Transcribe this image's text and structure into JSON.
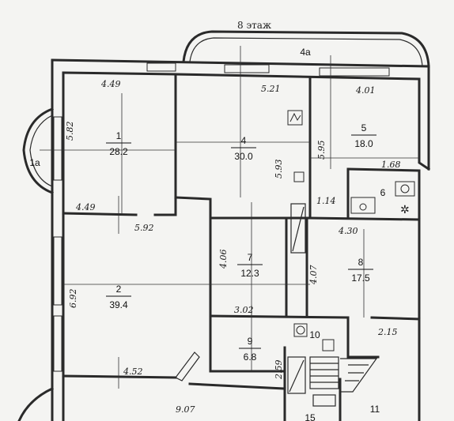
{
  "title": "8 этаж",
  "rooms": [
    {
      "id": "1",
      "num": "1",
      "area": "28.2"
    },
    {
      "id": "1a",
      "num": "1a",
      "area": ""
    },
    {
      "id": "2",
      "num": "2",
      "area": "39.4"
    },
    {
      "id": "4",
      "num": "4",
      "area": "30.0"
    },
    {
      "id": "4a",
      "num": "4a",
      "area": ""
    },
    {
      "id": "5",
      "num": "5",
      "area": "18.0"
    },
    {
      "id": "6",
      "num": "6",
      "area": ""
    },
    {
      "id": "7",
      "num": "7",
      "area": "12.3"
    },
    {
      "id": "8",
      "num": "8",
      "area": "17.5"
    },
    {
      "id": "9",
      "num": "9",
      "area": "6.8"
    },
    {
      "id": "10",
      "num": "10",
      "area": ""
    },
    {
      "id": "11",
      "num": "11",
      "area": ""
    },
    {
      "id": "15",
      "num": "15",
      "area": ""
    }
  ],
  "dimensions": {
    "d449a": "4.49",
    "d521": "5.21",
    "d401": "4.01",
    "d582": "5.82",
    "d595": "5.95",
    "d593": "5.93",
    "d168": "1.68",
    "d449b": "4.49",
    "d592": "5.92",
    "d114": "1.14",
    "d430": "4.30",
    "d406": "4.06",
    "d407": "4.07",
    "d692": "6.92",
    "d302": "3.02",
    "d215": "2.15",
    "d259": "2.59",
    "d452": "4.52",
    "d907": "9.07"
  }
}
